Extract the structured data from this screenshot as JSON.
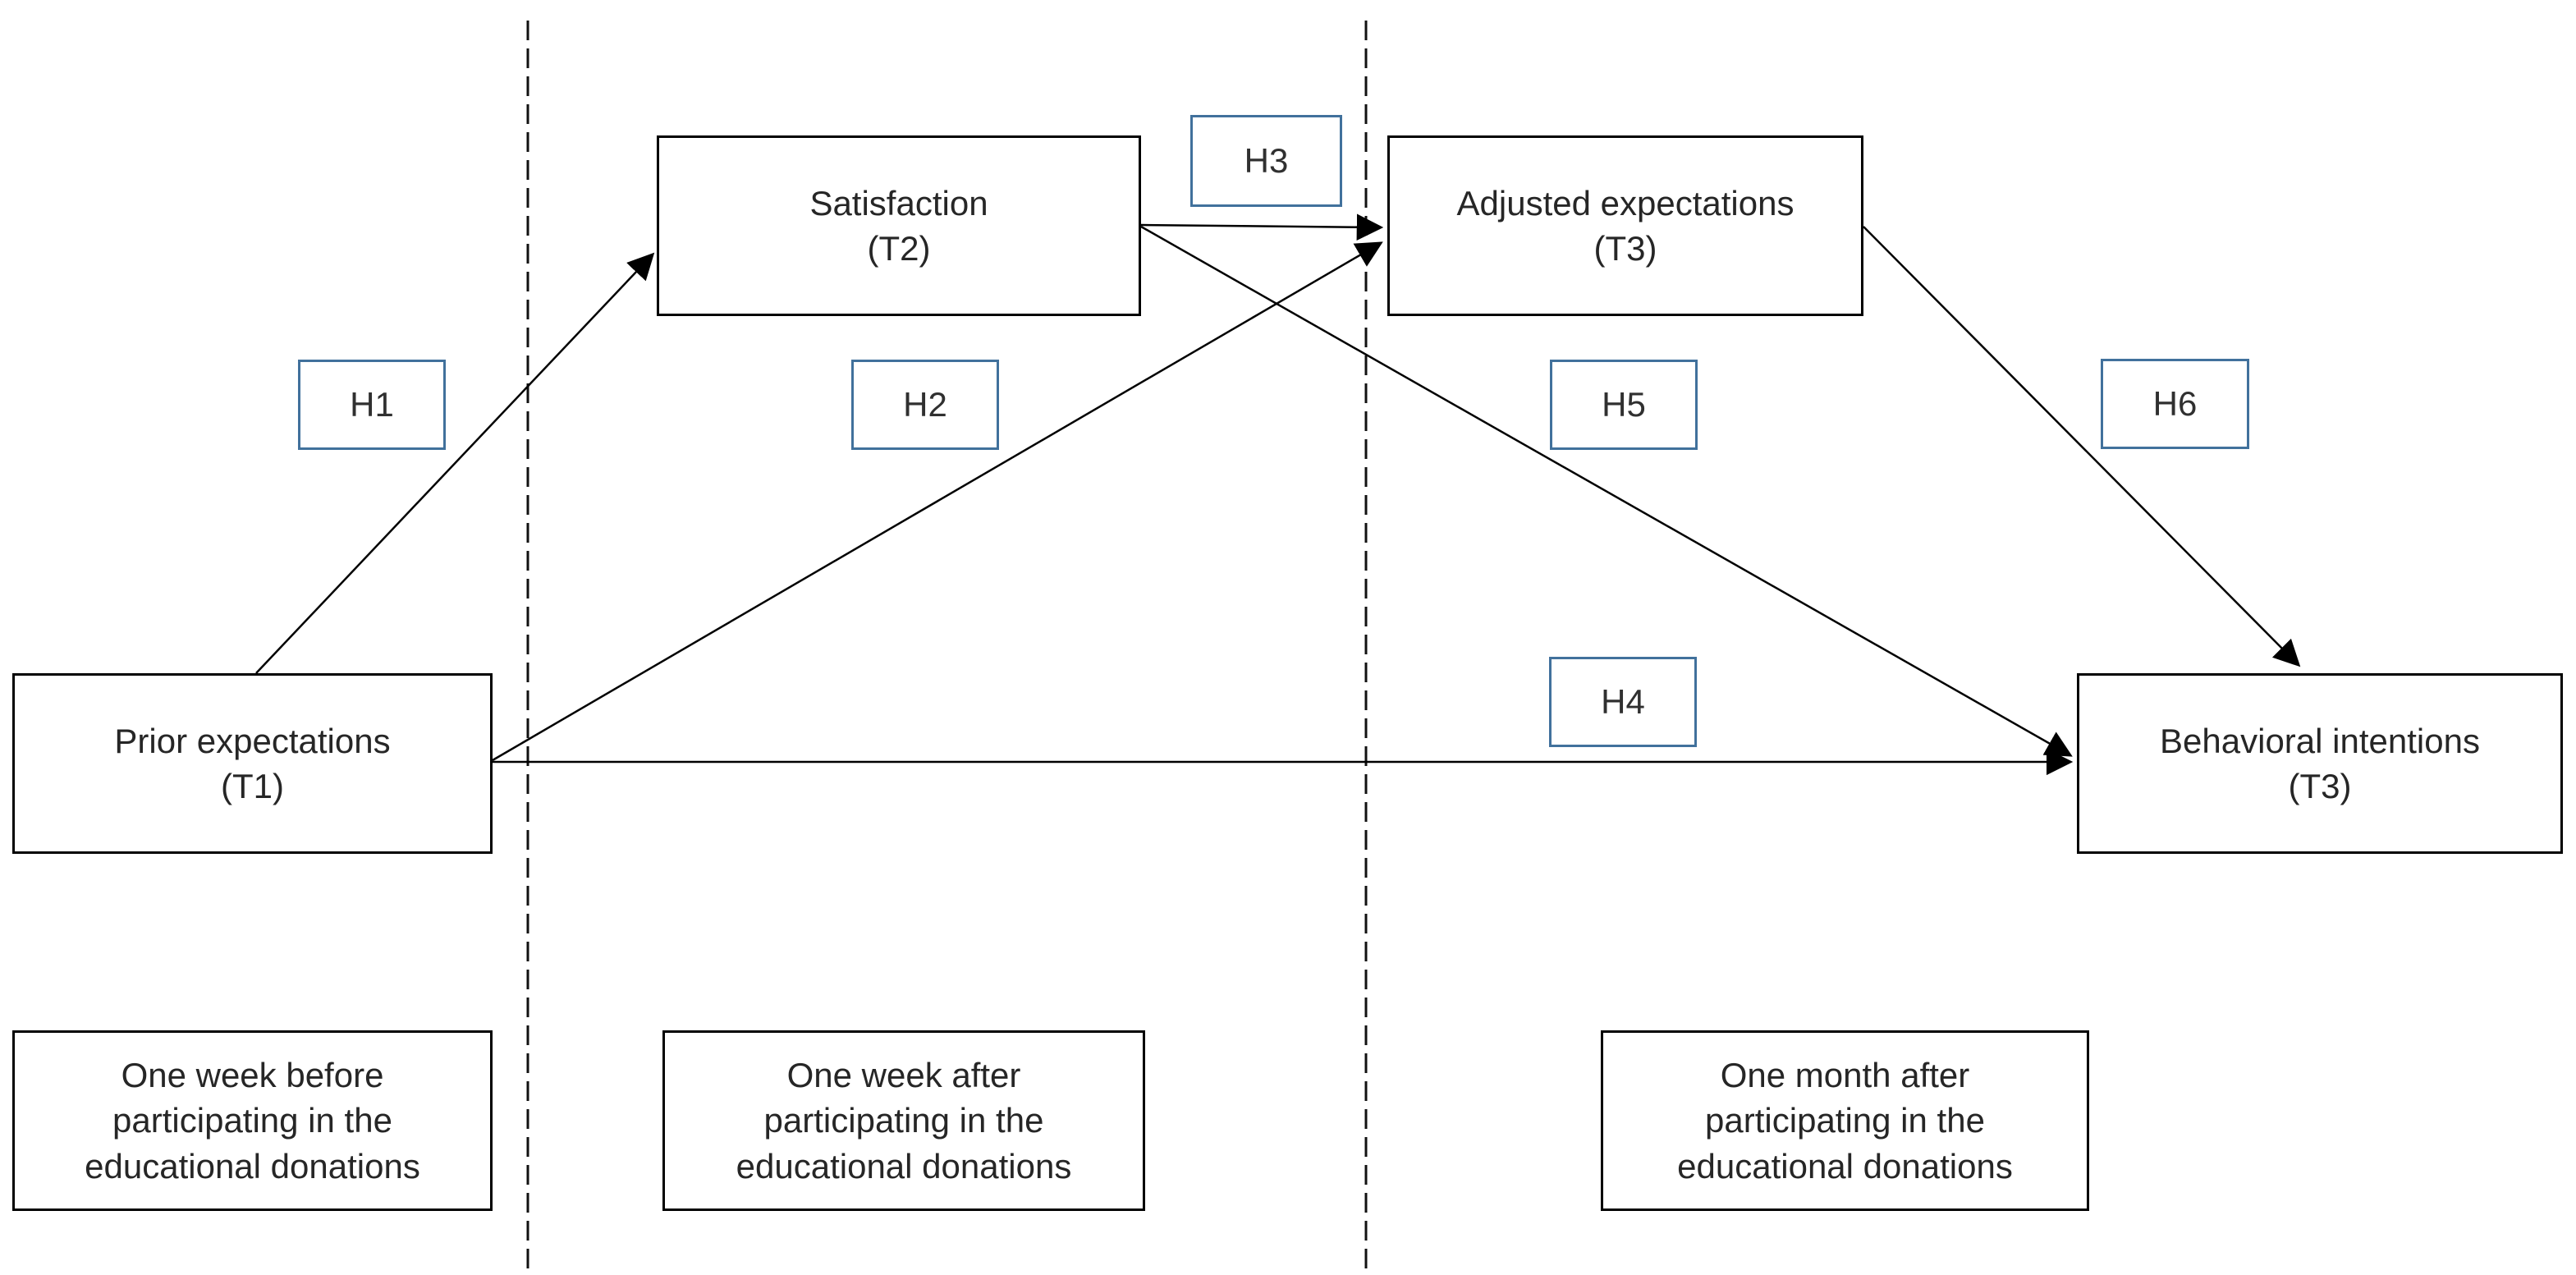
{
  "diagram": {
    "colors": {
      "background": "#FFFFFF",
      "node_border": "#000000",
      "hypothesis_border": "#41719C",
      "arrow": "#000000",
      "text": "#262626"
    },
    "nodes": {
      "prior": {
        "name": "Prior expectations",
        "time": "(T1)"
      },
      "satisfaction": {
        "name": "Satisfaction",
        "time": "(T2)"
      },
      "adjusted": {
        "name": "Adjusted expectations",
        "time": "(T3)"
      },
      "behavioral": {
        "name": "Behavioral intentions",
        "time": "(T3)"
      }
    },
    "hypotheses": {
      "h1": {
        "label": "H1",
        "from": "prior",
        "to": "satisfaction"
      },
      "h2": {
        "label": "H2",
        "from": "prior",
        "to": "adjusted"
      },
      "h3": {
        "label": "H3",
        "from": "satisfaction",
        "to": "adjusted"
      },
      "h4": {
        "label": "H4",
        "from": "prior",
        "to": "behavioral"
      },
      "h5": {
        "label": "H5",
        "from": "satisfaction",
        "to": "behavioral"
      },
      "h6": {
        "label": "H6",
        "from": "adjusted",
        "to": "behavioral"
      }
    },
    "timeline": {
      "t1": {
        "line1": "One week before",
        "line2": "participating in the",
        "line3": "educational donations"
      },
      "t2": {
        "line1": "One week after",
        "line2": "participating in the",
        "line3": "educational donations"
      },
      "t3": {
        "line1": "One month after",
        "line2": "participating in the",
        "line3": "educational donations"
      }
    }
  }
}
